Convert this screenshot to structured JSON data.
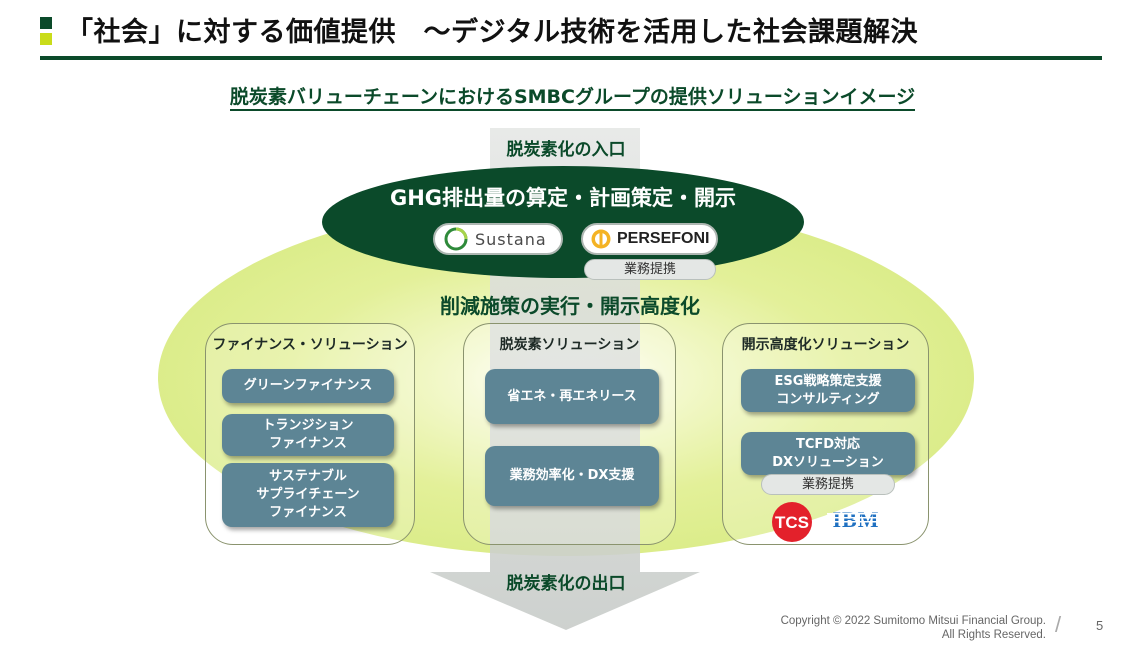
{
  "header": {
    "title": "「社会」に対する価値提供　～デジタル技術を活用した社会課題解決",
    "subtitle": "脱炭素バリューチェーンにおけるSMBCグループの提供ソリューションイメージ"
  },
  "flow": {
    "entry": "脱炭素化の入口",
    "exit": "脱炭素化の出口"
  },
  "top_stage": {
    "title": "GHG排出量の算定・計画策定・開示",
    "logos": {
      "sustana": "Sustana",
      "persefoni": "PERSEFONI"
    },
    "partner_label": "業務提携"
  },
  "middle_stage": {
    "title": "削減施策の実行・開示高度化"
  },
  "panels": {
    "finance": {
      "title": "ファイナンス・ソリューション",
      "items": [
        "グリーンファイナンス",
        "トランジション\nファイナンス",
        "サステナブル\nサプライチェーン\nファイナンス"
      ]
    },
    "decarb": {
      "title": "脱炭素ソリューション",
      "items": [
        "省エネ・再エネリース",
        "業務効率化・DX支援"
      ]
    },
    "disclosure": {
      "title": "開示高度化ソリューション",
      "items": [
        "ESG戦略策定支援\nコンサルティング",
        "TCFD対応\nDXソリューション"
      ],
      "partner_label": "業務提携",
      "logos": {
        "tcs": "TCS",
        "ibm": "IBM"
      }
    }
  },
  "footer": {
    "copyright_line1": "Copyright © 2022 Sumitomo Mitsui Financial Group.",
    "copyright_line2": "All Rights Reserved.",
    "page_number": "5"
  },
  "colors": {
    "dark_green": "#0b4a2a",
    "lime": "#c9dc1a",
    "solution_blue": "#5d8595",
    "tcs_red": "#e3212b",
    "ibm_blue": "#1f70c1"
  }
}
